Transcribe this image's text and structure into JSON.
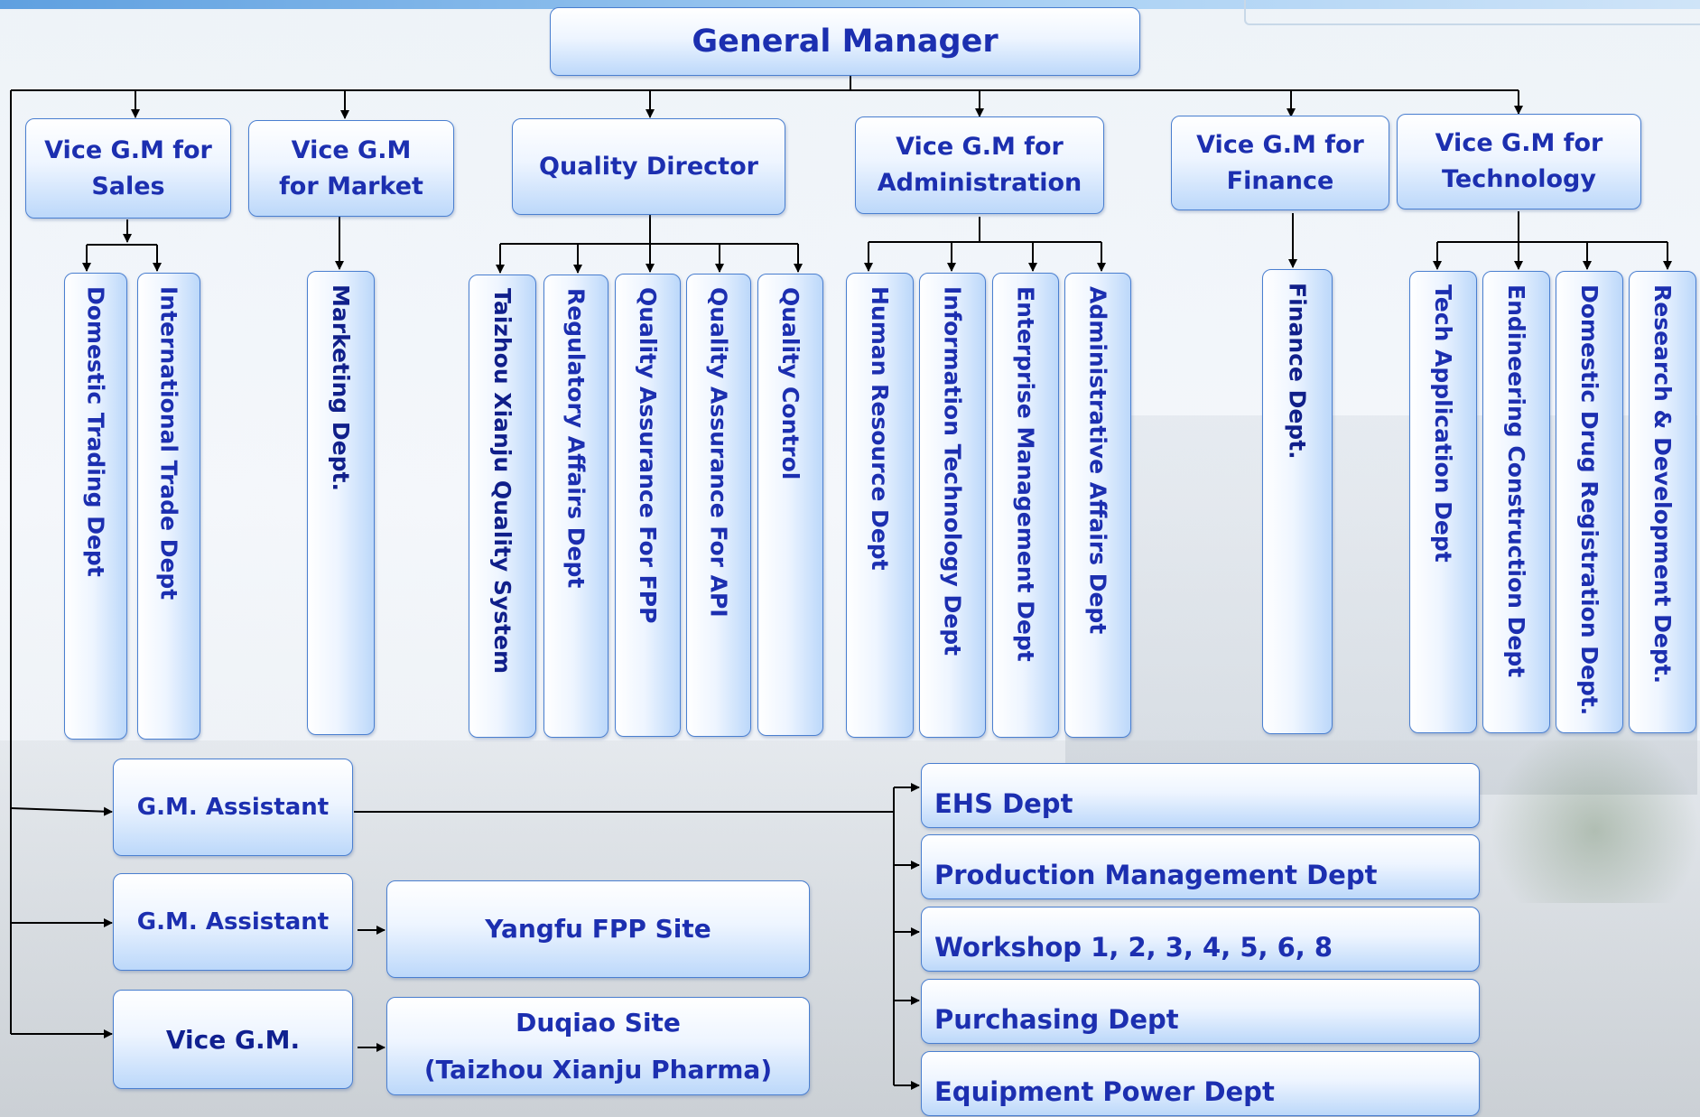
{
  "top": {
    "general_manager": "General Manager"
  },
  "vice_gms": [
    {
      "line1": "Vice G.M for",
      "line2": "Sales"
    },
    {
      "line1": "Vice G.M",
      "line2": "for Market"
    },
    {
      "line1": "Quality Director"
    },
    {
      "line1": "Vice G.M for",
      "line2": "Administration"
    },
    {
      "line1": "Vice G.M for",
      "line2": "Finance"
    },
    {
      "line1": "Vice G.M for",
      "line2": "Technology"
    }
  ],
  "departments": {
    "sales": [
      "Domestic Trading Dept",
      "International Trade Dept"
    ],
    "market": [
      "Marketing Dept."
    ],
    "quality": [
      "Taizhou Xianju Quality System",
      "Regulatory Affairs Dept",
      "Quality Assurance For FPP",
      "Quality Assurance For API",
      "Quality Control"
    ],
    "administration": [
      "Human Resource Dept",
      "Information Technology Dept",
      "Enterprise Management Dept",
      "Administrative Affairs Dept"
    ],
    "finance": [
      "Finance Dept."
    ],
    "technology": [
      "Tech Application Dept",
      "Endineering Construction Dept",
      "Domestic Drug Registration Dept.",
      "Research & Development Dept."
    ]
  },
  "assistants": {
    "gm_assistant_1": "G.M. Assistant",
    "gm_assistant_2": "G.M. Assistant",
    "vice_gm": "Vice G.M."
  },
  "sites": {
    "yangfu": "Yangfu FPP Site",
    "duqiao_line1": "Duqiao Site",
    "duqiao_line2": "(Taizhou Xianju Pharma)"
  },
  "production_depts": [
    "EHS Dept",
    "Production Management Dept",
    "Workshop 1, 2, 3, 4, 5, 6, 8",
    "Purchasing Dept",
    "Equipment Power Dept"
  ]
}
